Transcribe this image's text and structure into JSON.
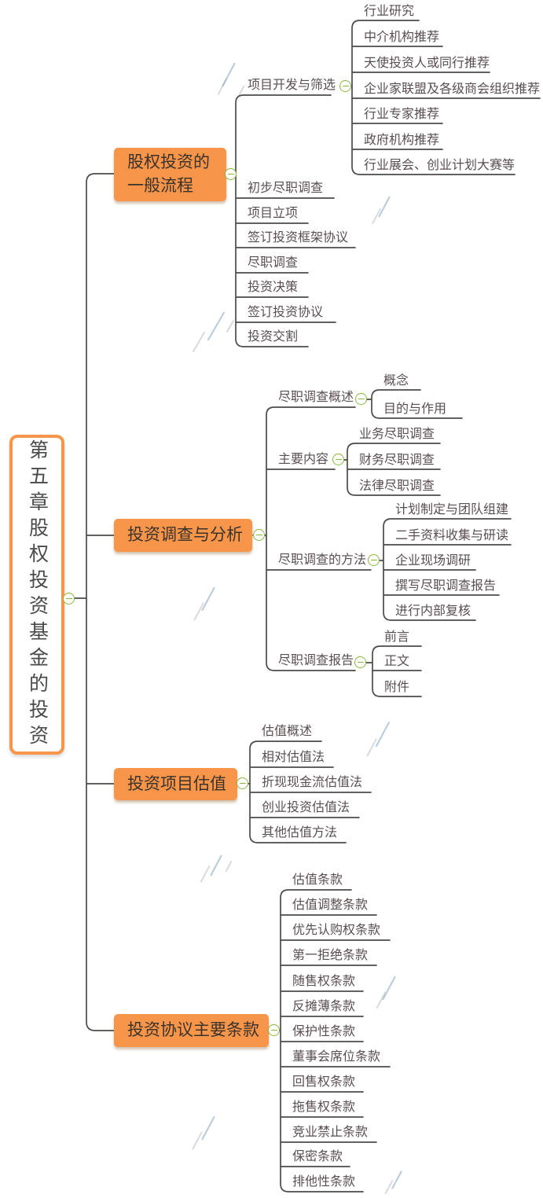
{
  "root": {
    "label": "第五章股权投资基金的投资"
  },
  "branches": [
    {
      "label_line1": "股权投资的",
      "label_line2": "一般流程",
      "label": "股权投资的一般流程",
      "children": [
        {
          "label": "项目开发与筛选",
          "children": [
            {
              "label": "行业研究"
            },
            {
              "label": "中介机构推荐"
            },
            {
              "label": "天使投资人或同行推荐"
            },
            {
              "label": "企业家联盟及各级商会组织推荐"
            },
            {
              "label": "行业专家推荐"
            },
            {
              "label": "政府机构推荐"
            },
            {
              "label": "行业展会、创业计划大赛等"
            }
          ]
        },
        {
          "label": "初步尽职调查"
        },
        {
          "label": "项目立项"
        },
        {
          "label": "签订投资框架协议"
        },
        {
          "label": "尽职调查"
        },
        {
          "label": "投资决策"
        },
        {
          "label": "签订投资协议"
        },
        {
          "label": "投资交割"
        }
      ]
    },
    {
      "label": "投资调查与分析",
      "children": [
        {
          "label": "尽职调查概述",
          "children": [
            {
              "label": "概念"
            },
            {
              "label": "目的与作用"
            }
          ]
        },
        {
          "label": "主要内容",
          "children": [
            {
              "label": "业务尽职调查"
            },
            {
              "label": "财务尽职调查"
            },
            {
              "label": "法律尽职调查"
            }
          ]
        },
        {
          "label": "尽职调查的方法",
          "children": [
            {
              "label": "计划制定与团队组建"
            },
            {
              "label": "二手资料收集与研读"
            },
            {
              "label": "企业现场调研"
            },
            {
              "label": "撰写尽职调查报告"
            },
            {
              "label": "进行内部复核"
            }
          ]
        },
        {
          "label": "尽职调查报告",
          "children": [
            {
              "label": "前言"
            },
            {
              "label": "正文"
            },
            {
              "label": "附件"
            }
          ]
        }
      ]
    },
    {
      "label": "投资项目估值",
      "children": [
        {
          "label": "估值概述"
        },
        {
          "label": "相对估值法"
        },
        {
          "label": "折现现金流估值法"
        },
        {
          "label": "创业投资估值法"
        },
        {
          "label": "其他估值方法"
        }
      ]
    },
    {
      "label": "投资协议主要条款",
      "children": [
        {
          "label": "估值条款"
        },
        {
          "label": "估值调整条款"
        },
        {
          "label": "优先认购权条款"
        },
        {
          "label": "第一拒绝条款"
        },
        {
          "label": "随售权条款"
        },
        {
          "label": "反摊薄条款"
        },
        {
          "label": "保护性条款"
        },
        {
          "label": "董事会席位条款"
        },
        {
          "label": "回售权条款"
        },
        {
          "label": "拖售权条款"
        },
        {
          "label": "竞业禁止条款"
        },
        {
          "label": "保密条款"
        },
        {
          "label": "排他性条款"
        }
      ]
    }
  ],
  "colors": {
    "branch_fill": "#F7964A",
    "collapse_green": "#86B83E",
    "line": "#4b4b4b",
    "topic_text": "#5a4e50",
    "box_text": "#3b322b"
  },
  "icons": {
    "collapse": "minus-circle"
  }
}
